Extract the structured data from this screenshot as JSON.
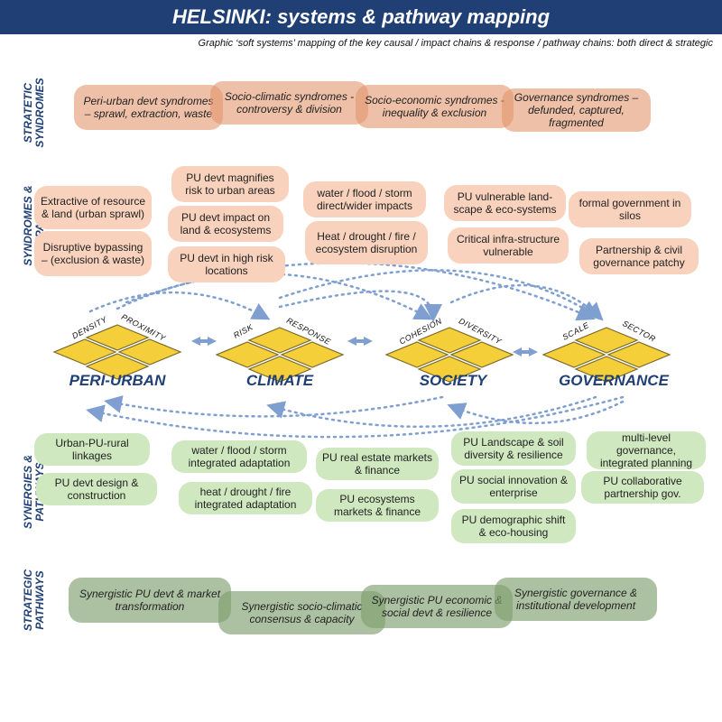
{
  "title": "HELSINKI: systems & pathway mapping",
  "subtitle": "Graphic ‘soft systems’ mapping of the key causal / impact chains & response / pathway chains:  both direct & strategic",
  "side_labels": {
    "strategic_syndromes": "STRATETIC\nSYNDROMES",
    "syndromes_impacts": "SYNDROMES &\nIMPACTS",
    "synergies_pathways": "SYNERGIES &\nPATHWAYS",
    "strategic_pathways": "STRATEGIC\nPATHWAYS"
  },
  "strategic_syndromes": [
    "Peri-urban devt syndromes – sprawl, extraction, waste",
    "Socio-climatic syndromes - controversy & division",
    "Socio-economic syndromes - inequality & exclusion",
    "Governance syndromes – defunded, captured, fragmented"
  ],
  "impacts": {
    "peri_urban": [
      "Extractive of resource & land (urban sprawl)",
      "Disruptive bypassing – (exclusion & waste)"
    ],
    "pu_devt": [
      "PU devt magnifies risk to urban areas",
      "PU devt impact on land & ecosystems",
      "PU devt in high risk locations"
    ],
    "climate": [
      "water / flood / storm direct/wider impacts",
      "Heat / drought / fire / ecosystem disruption"
    ],
    "society": [
      "PU vulnerable land-scape & eco-systems",
      "Critical infra-structure vulnerable"
    ],
    "governance": [
      "formal government in silos",
      "Partnership & civil governance patchy"
    ]
  },
  "nodes": [
    {
      "name": "PERI-URBAN",
      "dims": [
        "DENSITY",
        "PROXIMITY"
      ]
    },
    {
      "name": "CLIMATE",
      "dims": [
        "RISK",
        "RESPONSE"
      ]
    },
    {
      "name": "SOCIETY",
      "dims": [
        "COHESION",
        "DIVERSITY"
      ]
    },
    {
      "name": "GOVERNANCE",
      "dims": [
        "SCALE",
        "SECTOR"
      ]
    }
  ],
  "synergies": {
    "peri_urban": [
      "Urban-PU-rural linkages",
      "PU devt design & construction"
    ],
    "climate": [
      "water / flood / storm integrated adaptation",
      "heat / drought / fire integrated adaptation"
    ],
    "real_estate": [
      "PU real estate markets & finance",
      "PU ecosystems markets & finance"
    ],
    "society": [
      "PU Landscape & soil diversity & resilience",
      "PU social innovation & enterprise",
      "PU demographic shift & eco-housing"
    ],
    "governance": [
      "multi-level governance, integrated planning",
      "PU collaborative partnership gov."
    ]
  },
  "strategic_pathways": [
    "Synergistic PU devt & market transformation",
    "Synergistic socio-climatic consensus & capacity",
    "Synergistic PU economic & social devt & resilience",
    "Synergistic governance & institutional development"
  ],
  "colors": {
    "title_bg": "#1f3f75",
    "node_fill": "#f5cf3a",
    "arrow": "#7f9fd0",
    "peach": "#f8d2bc",
    "green": "#cfe8bf"
  }
}
